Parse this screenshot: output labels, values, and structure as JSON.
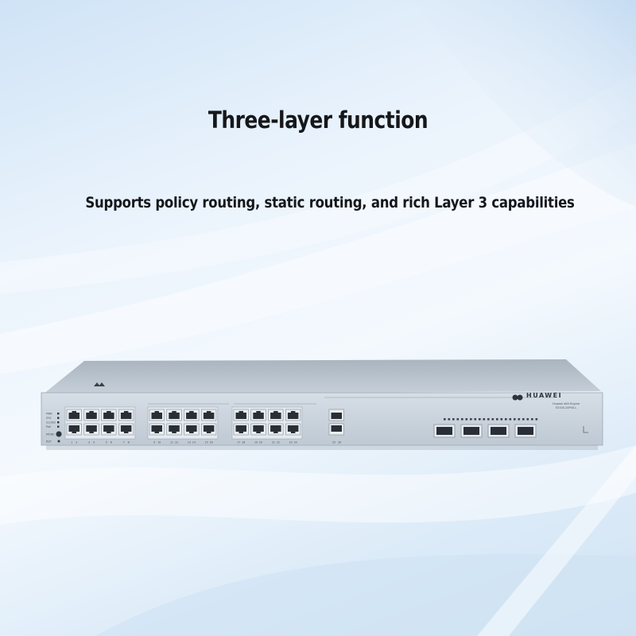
{
  "headline": "Three-layer function",
  "subtitle": "Supports policy routing, static routing, and rich Layer 3 capabilities",
  "device": {
    "brand": "HUAWEI",
    "model_line1": "Huawei eKit Engine",
    "model_line2": "S310S-24P4S-L",
    "led_labels": [
      "PWR",
      "SYS",
      "CLOUD",
      "PoE"
    ],
    "button_labels": [
      "MODE",
      "RST"
    ],
    "port_numbers": [
      "1",
      "2",
      "3",
      "4",
      "5",
      "6",
      "7",
      "8",
      "9",
      "10",
      "11",
      "12",
      "13",
      "14",
      "15",
      "16",
      "17",
      "18",
      "19",
      "20",
      "21",
      "22",
      "23",
      "24"
    ],
    "uplink_numbers": [
      "25",
      "26"
    ],
    "sfp_count": 4
  },
  "colors": {
    "chassis_front": "#c9d3dc",
    "chassis_top": "#b8c3ce",
    "port_cavity": "#2a2f36",
    "text_dark": "#15171b"
  }
}
